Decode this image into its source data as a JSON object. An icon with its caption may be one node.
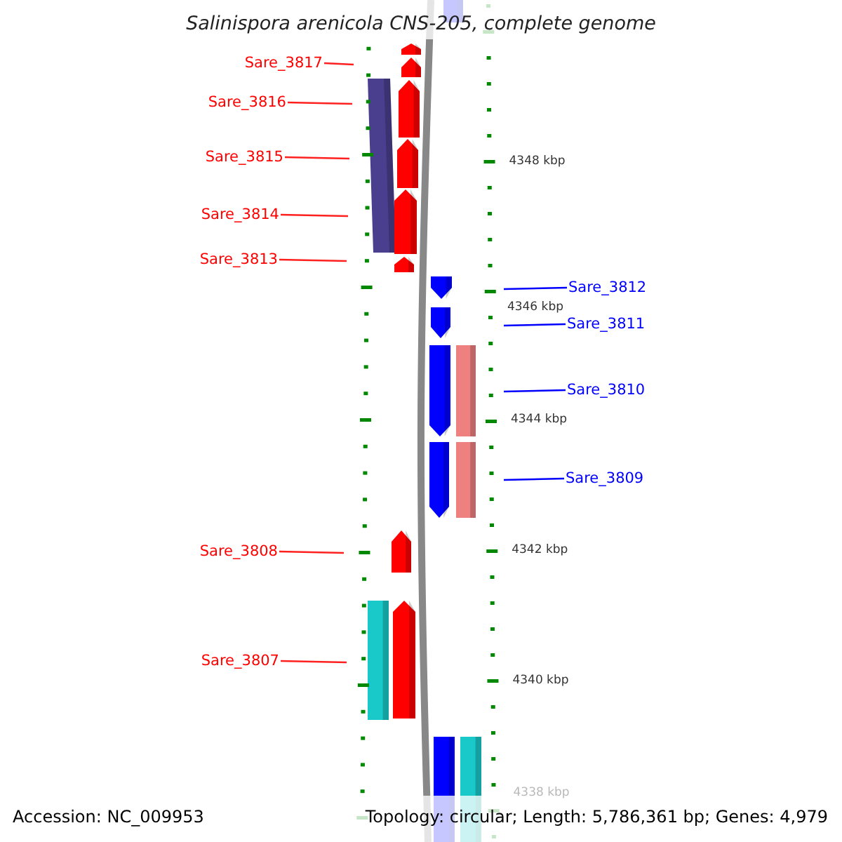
{
  "diagram": {
    "title": "Salinispora arenicola CNS-205, complete genome",
    "nodes": [
      {
        "text": [
          "Sare_3817"
        ]
      },
      {
        "text": [
          "Sare_3816"
        ]
      },
      {
        "text": [
          "Sare_3815"
        ]
      },
      {
        "text": [
          "Sare_3814"
        ]
      },
      {
        "text": [
          "Sare_3813"
        ]
      },
      {
        "text": [
          "Sare_3812"
        ]
      },
      {
        "text": [
          "Sare_3811"
        ]
      },
      {
        "text": [
          "Sare_3810"
        ]
      },
      {
        "text": [
          "Sare_3809"
        ]
      },
      {
        "text": [
          "Sare_3808"
        ]
      },
      {
        "text": [
          "Sare_3807"
        ]
      }
    ],
    "edges": [
      {
        "from": 0,
        "to": null,
        "arrow": "none"
      },
      {
        "from": 1,
        "to": null,
        "arrow": "none"
      },
      {
        "from": 2,
        "to": null,
        "arrow": "none"
      },
      {
        "from": 3,
        "to": null,
        "arrow": "none"
      },
      {
        "from": 4,
        "to": null,
        "arrow": "none"
      },
      {
        "from": 5,
        "to": null,
        "arrow": "none",
        "color": "#0000ff"
      },
      {
        "from": 6,
        "to": null,
        "arrow": "none",
        "color": "#0000ff"
      },
      {
        "from": 7,
        "to": null,
        "arrow": "none",
        "color": "#0000ff"
      },
      {
        "from": 8,
        "to": null,
        "arrow": "none",
        "color": "#0000ff"
      },
      {
        "from": 9,
        "to": null,
        "arrow": "none"
      },
      {
        "from": 10,
        "to": null,
        "arrow": "none"
      }
    ],
    "labels": [
      "4348 kbp",
      "4346 kbp",
      "4344 kbp",
      "4342 kbp",
      "4340 kbp",
      "4338 kbp",
      "Accession: NC_009953",
      "Topology: circular; Length: 5,786,361 bp; Genes: 4,979"
    ]
  }
}
